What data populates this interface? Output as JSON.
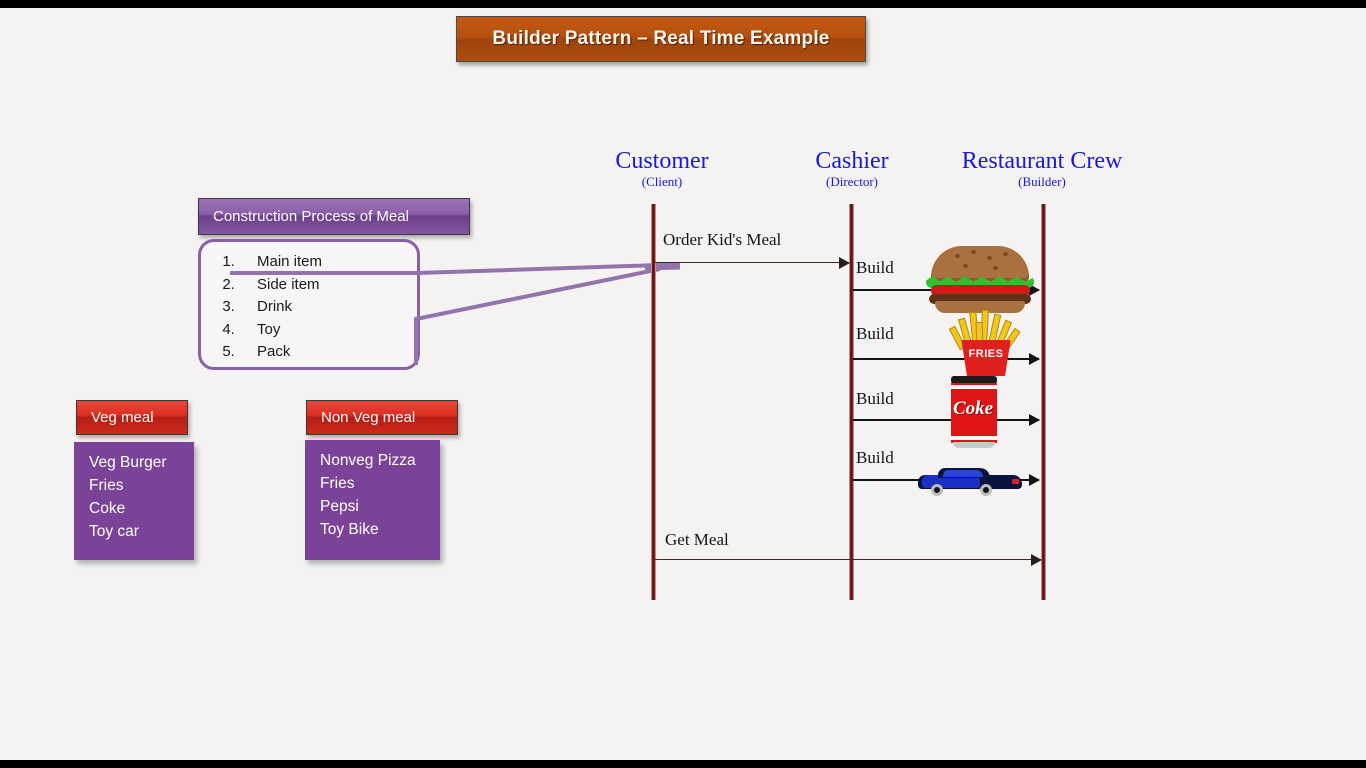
{
  "slide": {
    "title": "Builder Pattern – Real Time Example",
    "background_color": "#f4f3f2",
    "title_color": "#b4500f"
  },
  "construction_panel": {
    "header": "Construction Process of Meal",
    "steps": [
      "Main item",
      "Side item",
      "Drink",
      "Toy",
      "Pack"
    ]
  },
  "meals": [
    {
      "header": "Veg meal",
      "header_color": "#de2f22",
      "body_color": "#7b4397",
      "items": [
        "Veg Burger",
        "Fries",
        "Coke",
        "Toy car"
      ]
    },
    {
      "header": "Non Veg meal",
      "header_color": "#de2f22",
      "body_color": "#7b4397",
      "items": [
        "Nonveg Pizza",
        "Fries",
        "Pepsi",
        "Toy Bike"
      ]
    }
  ],
  "sequence": {
    "actor_color": "#1a18d8",
    "lifeline_color": "#6e1212",
    "actors": [
      {
        "name": "Customer",
        "role": "(Client)"
      },
      {
        "name": "Cashier",
        "role": "(Director)"
      },
      {
        "name": "Restaurant Crew",
        "role": "(Builder)"
      }
    ],
    "messages": [
      {
        "label": "Order Kid's Meal",
        "from": "Customer",
        "to": "Cashier"
      },
      {
        "label": "Build",
        "from": "Cashier",
        "to": "Restaurant Crew",
        "artifact": "burger-icon"
      },
      {
        "label": "Build",
        "from": "Cashier",
        "to": "Restaurant Crew",
        "artifact": "fries-icon"
      },
      {
        "label": "Build",
        "from": "Cashier",
        "to": "Restaurant Crew",
        "artifact": "coke-can-icon"
      },
      {
        "label": "Build",
        "from": "Cashier",
        "to": "Restaurant Crew",
        "artifact": "toy-car-icon"
      },
      {
        "label": "Get Meal",
        "from": "Customer",
        "to": "Restaurant Crew"
      }
    ],
    "artifact_labels": {
      "fries_box_text": "FRIES",
      "coke_can_text": "Coke"
    }
  }
}
